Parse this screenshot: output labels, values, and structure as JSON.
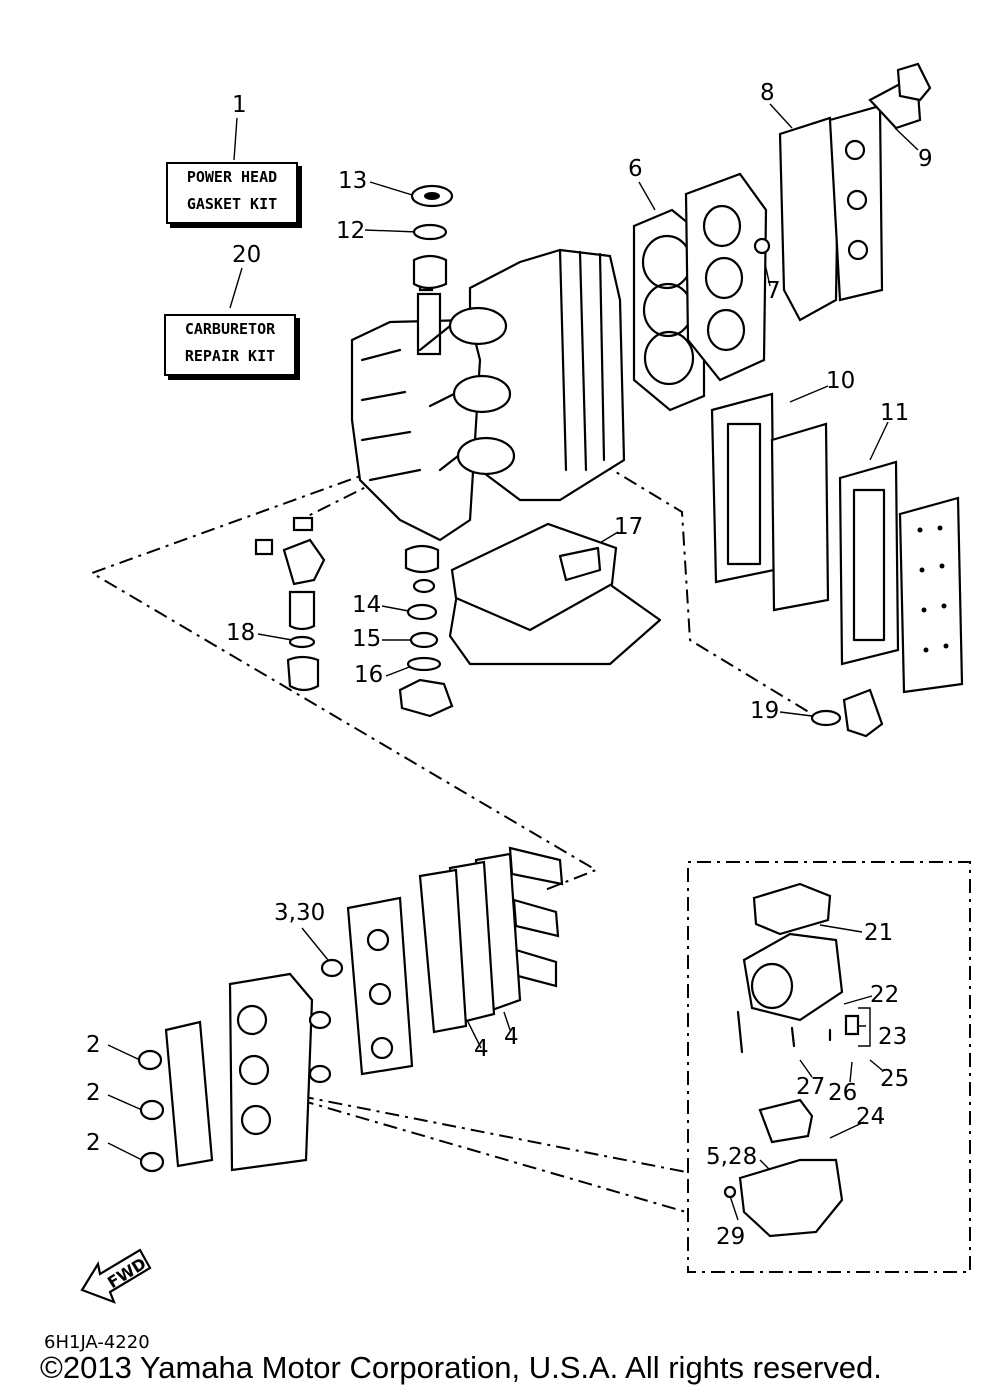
{
  "kits": {
    "power_head": {
      "line1": "POWER HEAD",
      "line2": "GASKET KIT"
    },
    "carburetor": {
      "line1": "CARBURETOR",
      "line2": "REPAIR KIT"
    }
  },
  "callouts": {
    "c1": "1",
    "c20": "20",
    "c13": "13",
    "c12": "12",
    "c6": "6",
    "c8": "8",
    "c9": "9",
    "c7": "7",
    "c10": "10",
    "c11": "11",
    "c17": "17",
    "c14": "14",
    "c15": "15",
    "c16": "16",
    "c18": "18",
    "c19": "19",
    "c3_30": "3,30",
    "c4a": "4",
    "c4b": "4",
    "c2a": "2",
    "c2b": "2",
    "c2c": "2",
    "c21": "21",
    "c22": "22",
    "c23": "23",
    "c27": "27",
    "c26": "26",
    "c25": "25",
    "c24": "24",
    "c5_28": "5,28",
    "c29": "29"
  },
  "fwd_label": "FWD",
  "ref_code": "6H1JA-4220",
  "copyright": "©2013 Yamaha Motor Corporation, U.S.A. All rights reserved."
}
